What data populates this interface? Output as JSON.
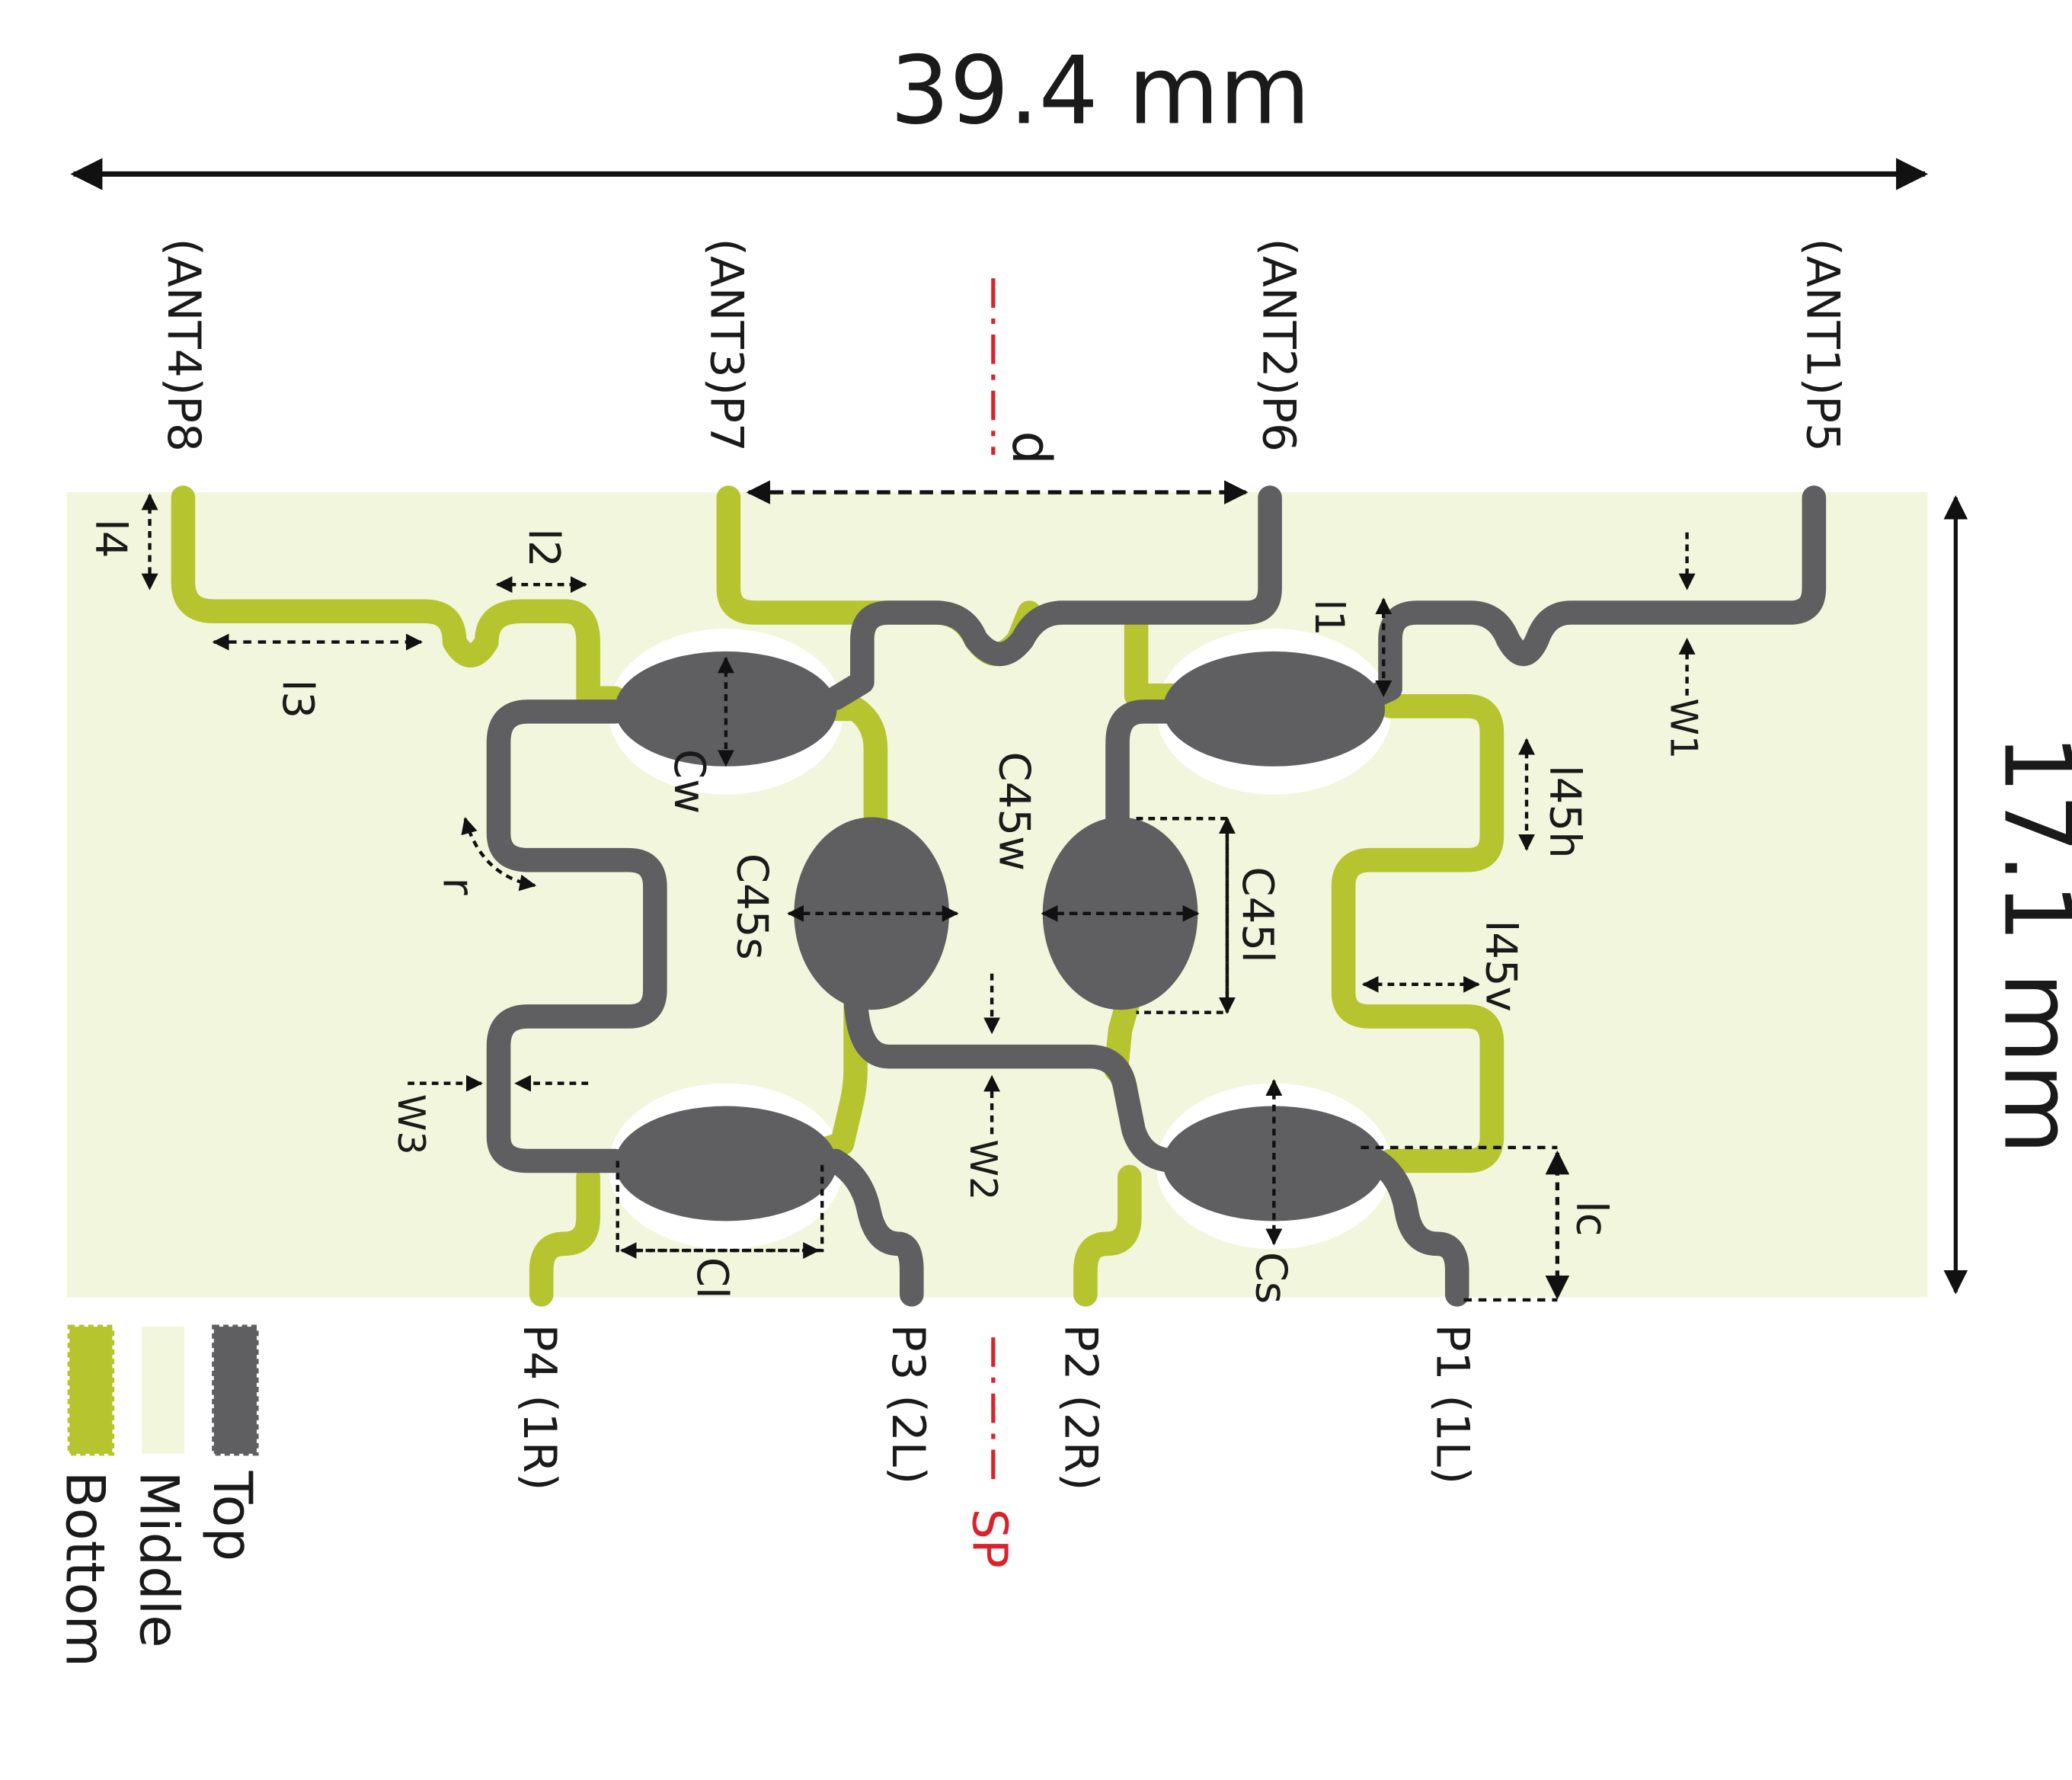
{
  "dimensions": {
    "width": "39.4 mm",
    "height": "17.1 mm"
  },
  "ports_top": [
    {
      "id": "p8",
      "label": "(ANT4)P8"
    },
    {
      "id": "p7",
      "label": "(ANT3)P7"
    },
    {
      "id": "p6",
      "label": "(ANT2)P6"
    },
    {
      "id": "p5",
      "label": "(ANT1)P5"
    }
  ],
  "ports_bottom": [
    {
      "id": "p4",
      "label": "P4 (1R)"
    },
    {
      "id": "p3",
      "label": "P3 (2L)"
    },
    {
      "id": "p2",
      "label": "P2 (2R)"
    },
    {
      "id": "p1",
      "label": "P1 (1L)"
    }
  ],
  "symmetry_plane": "SP",
  "params": {
    "d": "d",
    "l1": "l1",
    "l2": "l2",
    "l3": "l3",
    "l4": "l4",
    "w1": "W1",
    "w2": "W2",
    "w3": "W3",
    "cw": "Cw",
    "cl": "Cl",
    "cs": "Cs",
    "lc": "lc",
    "r": "r",
    "c45w": "C45w",
    "c45s": "C45s",
    "c45l": "C45l",
    "l45h": "l45h",
    "l45v": "l45v"
  },
  "legend": [
    {
      "id": "top",
      "label": "Top",
      "color": "#5f5f61"
    },
    {
      "id": "middle",
      "label": "Middle",
      "color": "#f2f6dc"
    },
    {
      "id": "bottom",
      "label": "Bottom",
      "color": "#b5c42f"
    }
  ],
  "colors": {
    "top": "#5f5f61",
    "bottom": "#b5c42f",
    "board": "#f2f6dc",
    "sp": "#d8232a"
  }
}
